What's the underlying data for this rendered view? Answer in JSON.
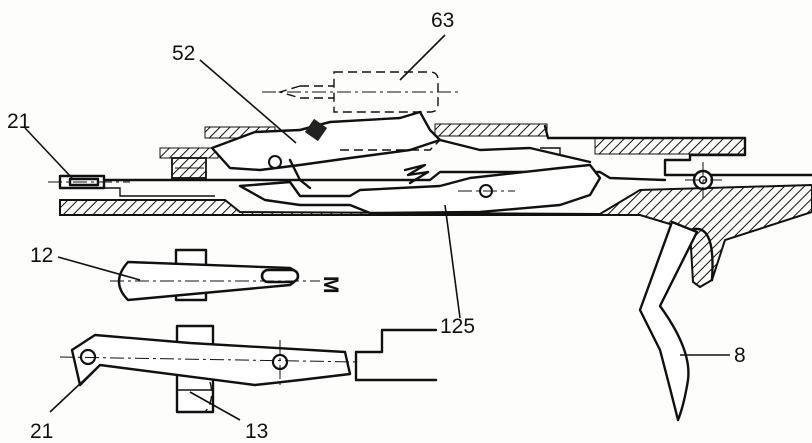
{
  "labels": {
    "l63": "63",
    "l52": "52",
    "l21_top": "21",
    "l12": "12",
    "l125": "125",
    "l8": "8",
    "l21_bottom": "21",
    "l13": "13",
    "sym_m": "M"
  }
}
